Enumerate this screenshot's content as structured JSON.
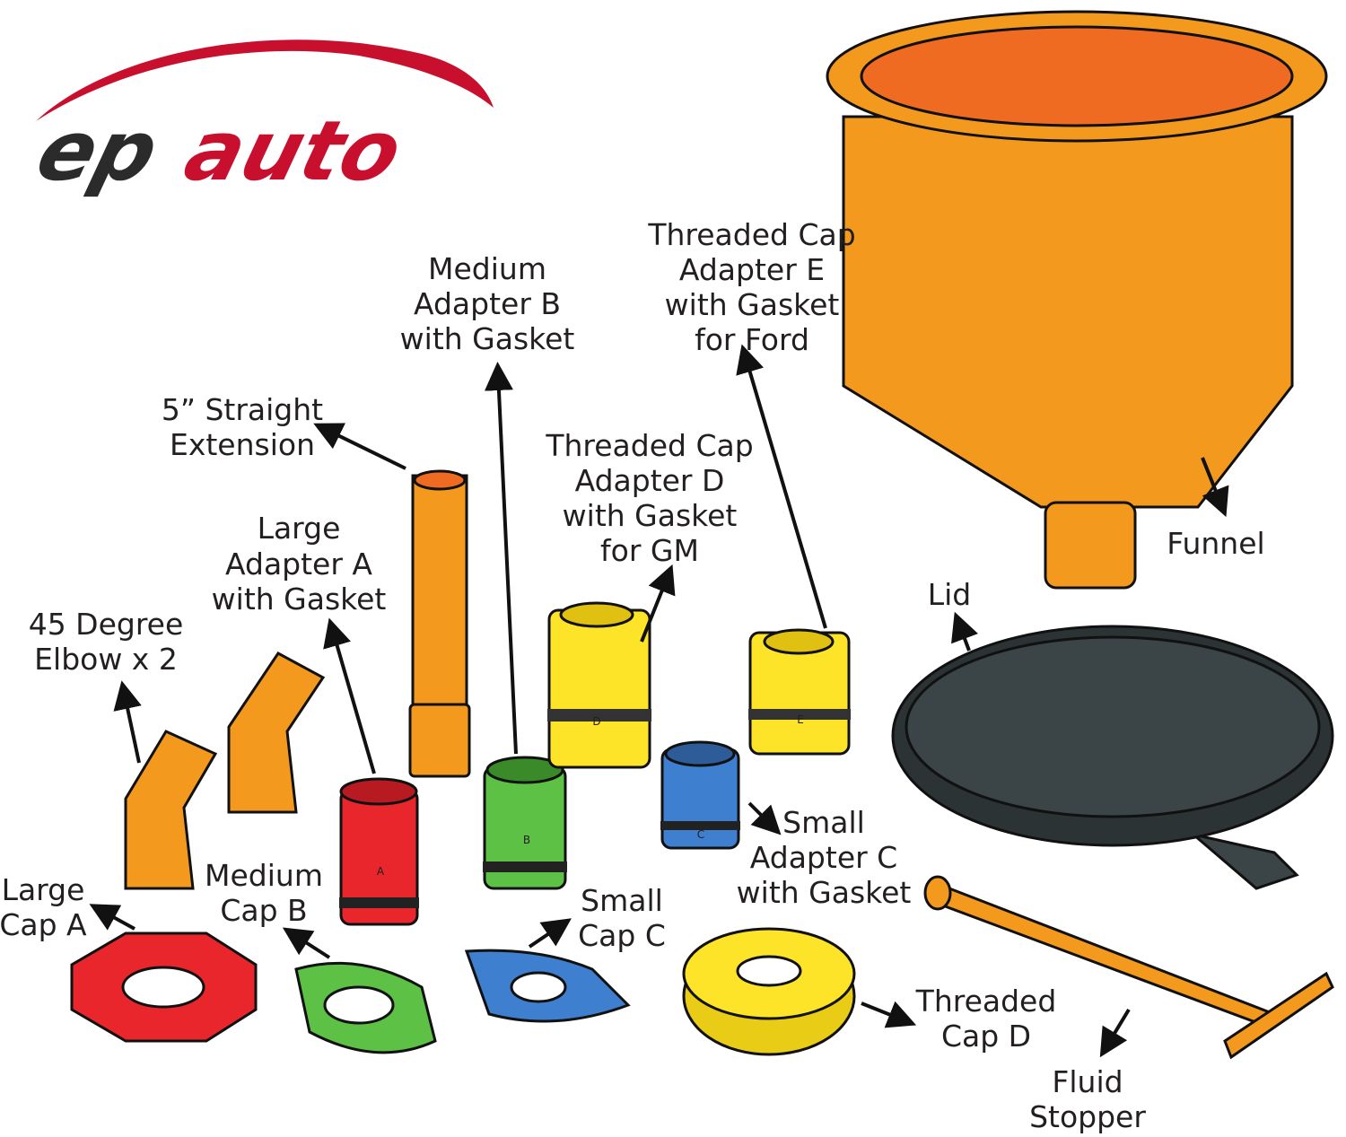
{
  "logo": {
    "text_ep": "ep",
    "text_auto": "auto",
    "brand_colors": {
      "dark": "#2b2b2b",
      "red": "#c8102e"
    }
  },
  "labels": {
    "elbow": [
      "45 Degree",
      "Elbow x 2"
    ],
    "large_adapter_a": [
      "Large",
      "Adapter A",
      "with Gasket"
    ],
    "straight_extension": [
      "5” Straight",
      "Extension"
    ],
    "medium_adapter_b": [
      "Medium",
      "Adapter B",
      "with Gasket"
    ],
    "threaded_adapter_d": [
      "Threaded Cap",
      "Adapter D",
      "with Gasket",
      "for GM"
    ],
    "threaded_adapter_e": [
      "Threaded Cap",
      "Adapter E",
      "with Gasket",
      "for Ford"
    ],
    "funnel": [
      "Funnel"
    ],
    "lid": [
      "Lid"
    ],
    "small_adapter_c": [
      "Small",
      "Adapter C",
      "with Gasket"
    ],
    "large_cap_a": [
      "Large",
      "Cap A"
    ],
    "medium_cap_b": [
      "Medium",
      "Cap B"
    ],
    "small_cap_c": [
      "Small",
      "Cap C"
    ],
    "threaded_cap_d": [
      "Threaded",
      "Cap D"
    ],
    "fluid_stopper": [
      "Fluid",
      "Stopper"
    ]
  },
  "part_letters": {
    "a": "A",
    "b": "B",
    "c": "C",
    "d": "D",
    "e": "E"
  },
  "colors": {
    "orange": "#f39a1e",
    "red": "#e8262c",
    "green": "#5cc144",
    "blue": "#3f7fcf",
    "yellow": "#fde429",
    "lid": "#3b4446"
  }
}
